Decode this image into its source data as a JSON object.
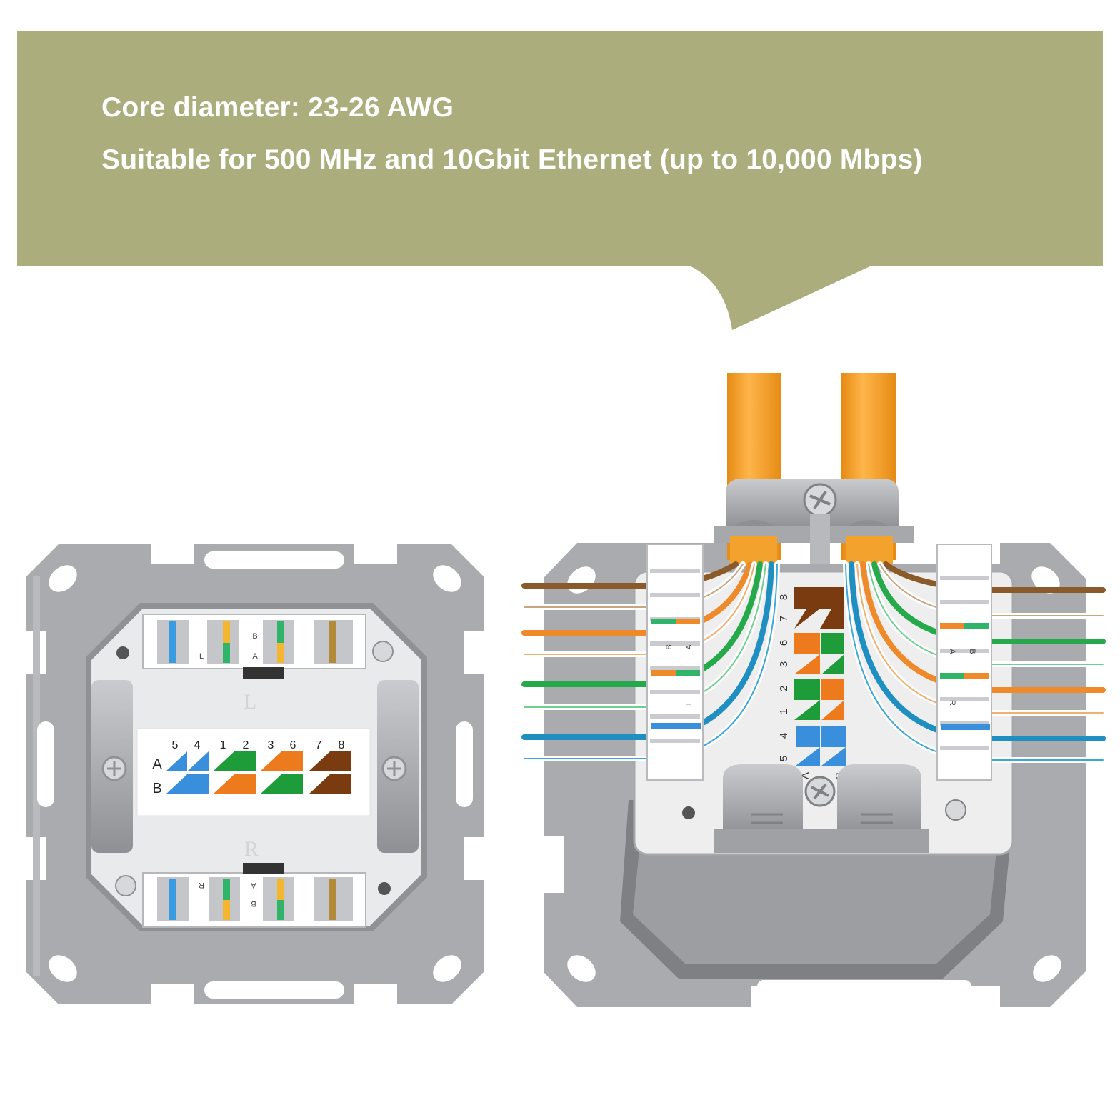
{
  "banner": {
    "line1": "Core diameter: 23-26 AWG",
    "line2": "Suitable for 500 MHz and 10Gbit Ethernet (up to 10,000 Mbps)",
    "color": "#abad7c"
  },
  "left_module": {
    "pair_numbers": [
      "5",
      "4",
      "1",
      "2",
      "3",
      "6",
      "7",
      "8"
    ],
    "row_labels": [
      "A",
      "B"
    ],
    "section_labels": [
      "L",
      "R"
    ],
    "clip_labels_top": [
      "L",
      "B",
      "A"
    ],
    "clip_labels_bottom": [
      "R",
      "A",
      "B"
    ]
  },
  "right_module": {
    "pair_numbers": [
      "8",
      "7",
      "6",
      "3",
      "2",
      "1",
      "4",
      "5"
    ],
    "row_labels": [
      "A",
      "B"
    ],
    "clip_labels_left": [
      "B",
      "A",
      "L"
    ],
    "clip_labels_right": [
      "A",
      "B",
      "R"
    ]
  },
  "colors": {
    "plate": "#a9abae",
    "cable": "#f4a22e",
    "blue": "#3a8fdc",
    "green": "#1e9c3a",
    "orange": "#ee7a1e",
    "brown": "#7a3b10"
  }
}
